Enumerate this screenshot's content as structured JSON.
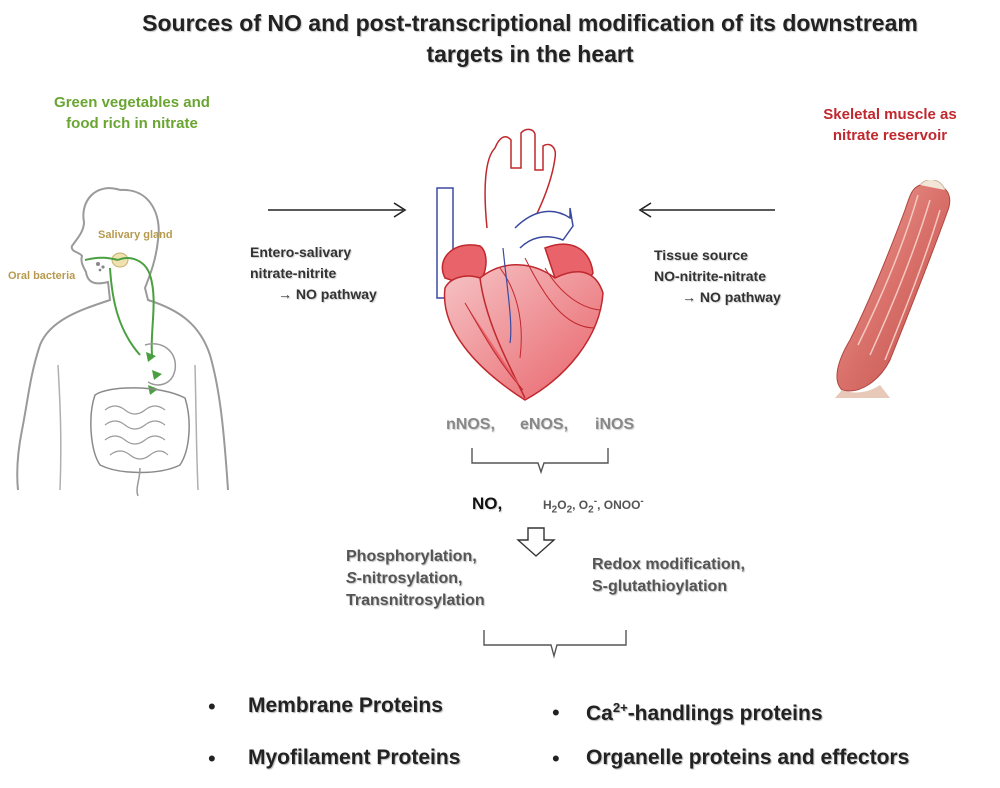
{
  "title": {
    "line1": "Sources of NO and post-transcriptional  modification of its downstream",
    "line2": "targets in the heart"
  },
  "left_source": {
    "line1": "Green vegetables and",
    "line2": "food rich in nitrate",
    "salivary_gland": "Salivary gland",
    "oral_bacteria": "Oral bacteria",
    "pathway_line1": "Entero-salivary",
    "pathway_line2": "nitrate-nitrite",
    "pathway_line3": "→ NO pathway"
  },
  "right_source": {
    "line1": "Skeletal muscle as",
    "line2": "nitrate reservoir",
    "pathway_line1": "Tissue source",
    "pathway_line2": "NO-nitrite-nitrate",
    "pathway_line3": "→ NO pathway"
  },
  "enzymes": [
    "nNOS,",
    "eNOS,",
    "iNOS"
  ],
  "products": {
    "no": "NO,",
    "ros_h": "H",
    "ros_h_sub": "2",
    "ros_o": "O",
    "ros_o_sub": "2",
    "ros_comma": ", O",
    "ros_o2_sub": "2",
    "ros_o2_sup": "-",
    "ros_onoo": ", ONOO",
    "ros_onoo_sup": "-"
  },
  "modifications_left": {
    "line1": "Phosphorylation,",
    "line2_italic": "S",
    "line2_rest": "-nitrosylation,",
    "line3": "Transnitrosylation"
  },
  "modifications_right": {
    "line1": "Redox modification,",
    "line2": "S-glutathioylation"
  },
  "targets": {
    "membrane": "Membrane Proteins",
    "myofilament": "Myofilament Proteins",
    "ca_prefix": "Ca",
    "ca_sup": "2+",
    "ca_rest": "-handlings proteins",
    "organelle": "Organelle proteins  and effectors",
    "bullet": "•"
  },
  "colors": {
    "green_label": "#6aa532",
    "red_label": "#c0282d",
    "heart_fill": "#e8636a",
    "heart_light": "#f4b6b8",
    "muscle": "#d9706a"
  }
}
